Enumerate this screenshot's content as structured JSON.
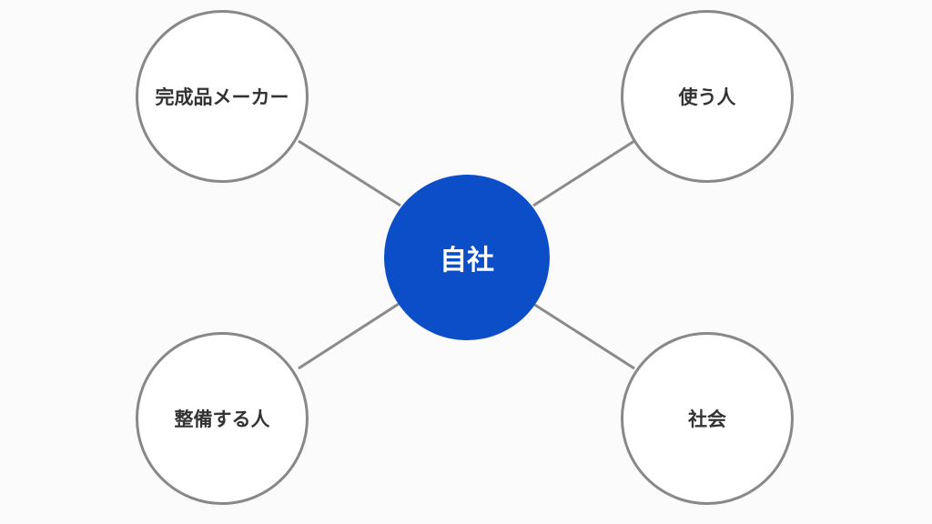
{
  "center": {
    "label": "自社",
    "fill": "#0c4ec7",
    "text_color": "#ffffff"
  },
  "nodes": [
    {
      "label": "完成品メーカー"
    },
    {
      "label": "使う人"
    },
    {
      "label": "整備する人"
    },
    {
      "label": "社会"
    }
  ],
  "colors": {
    "background": "#fbfbfb",
    "outer_stroke": "#888888",
    "outer_fill": "#ffffff",
    "outer_text": "#333333",
    "connector": "#8a8a8a"
  }
}
